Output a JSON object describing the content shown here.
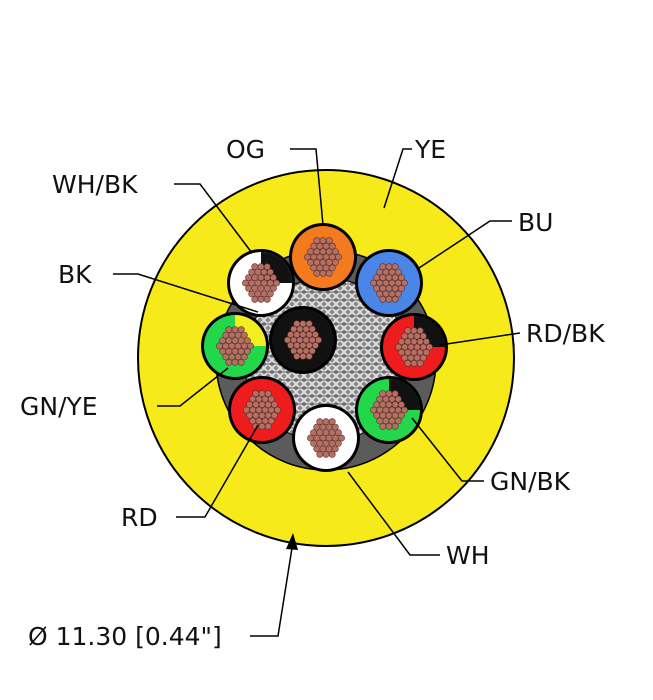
{
  "colors": {
    "jacket": "#f7ea1a",
    "orange": "#f47a20",
    "blue": "#4a86e8",
    "red": "#ee1c1c",
    "green": "#22d84a",
    "yellow": "#f2ee22",
    "white": "#ffffff",
    "black": "#111111",
    "core_copper": "#b56f63",
    "outline": "#000000",
    "filler": "#6f6f6f"
  },
  "labels": {
    "og": "OG",
    "ye": "YE",
    "wh_bk": "WH/BK",
    "bu": "BU",
    "bk": "BK",
    "rd_bk": "RD/BK",
    "gn_ye": "GN/YE",
    "gn_bk": "GN/BK",
    "rd": "RD",
    "wh": "WH",
    "diameter": "Ø 11.30 [0.44\"]"
  },
  "icons": {
    "dimension_arrow": "arrow-up-icon"
  }
}
